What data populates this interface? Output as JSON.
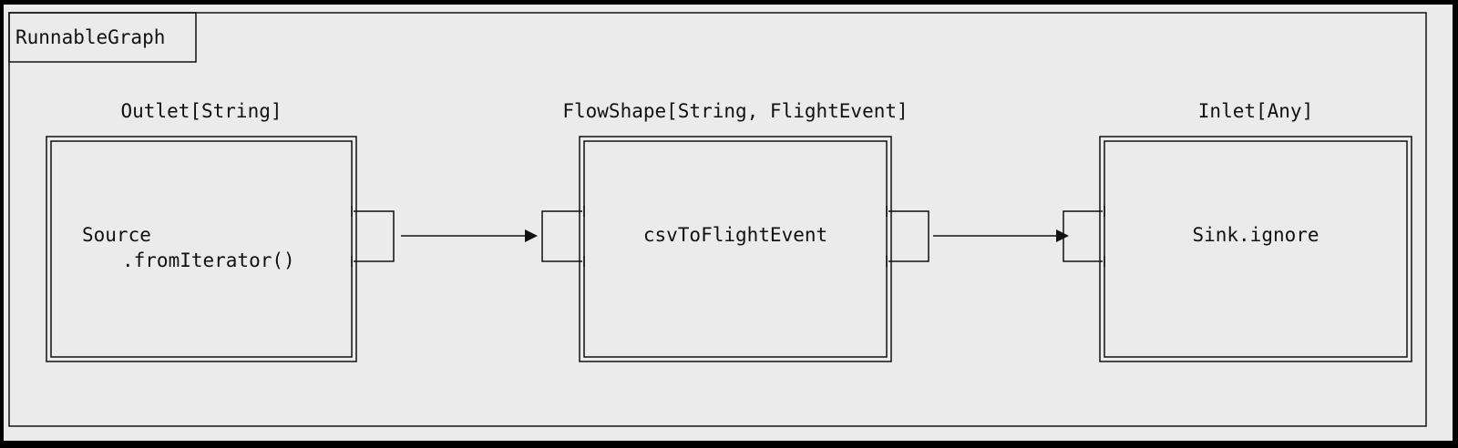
{
  "graph": {
    "title": "RunnableGraph"
  },
  "stages": [
    {
      "shape_label": "Outlet[String]",
      "body_line1": "Source",
      "body_line2": ".fromIterator()"
    },
    {
      "shape_label": "FlowShape[String, FlightEvent]",
      "body_line1": "csvToFlightEvent"
    },
    {
      "shape_label": "Inlet[Any]",
      "body_line1": "Sink.ignore"
    }
  ],
  "colors": {
    "background": "#ebebeb",
    "frame": "#000000",
    "stroke": "#111111"
  }
}
